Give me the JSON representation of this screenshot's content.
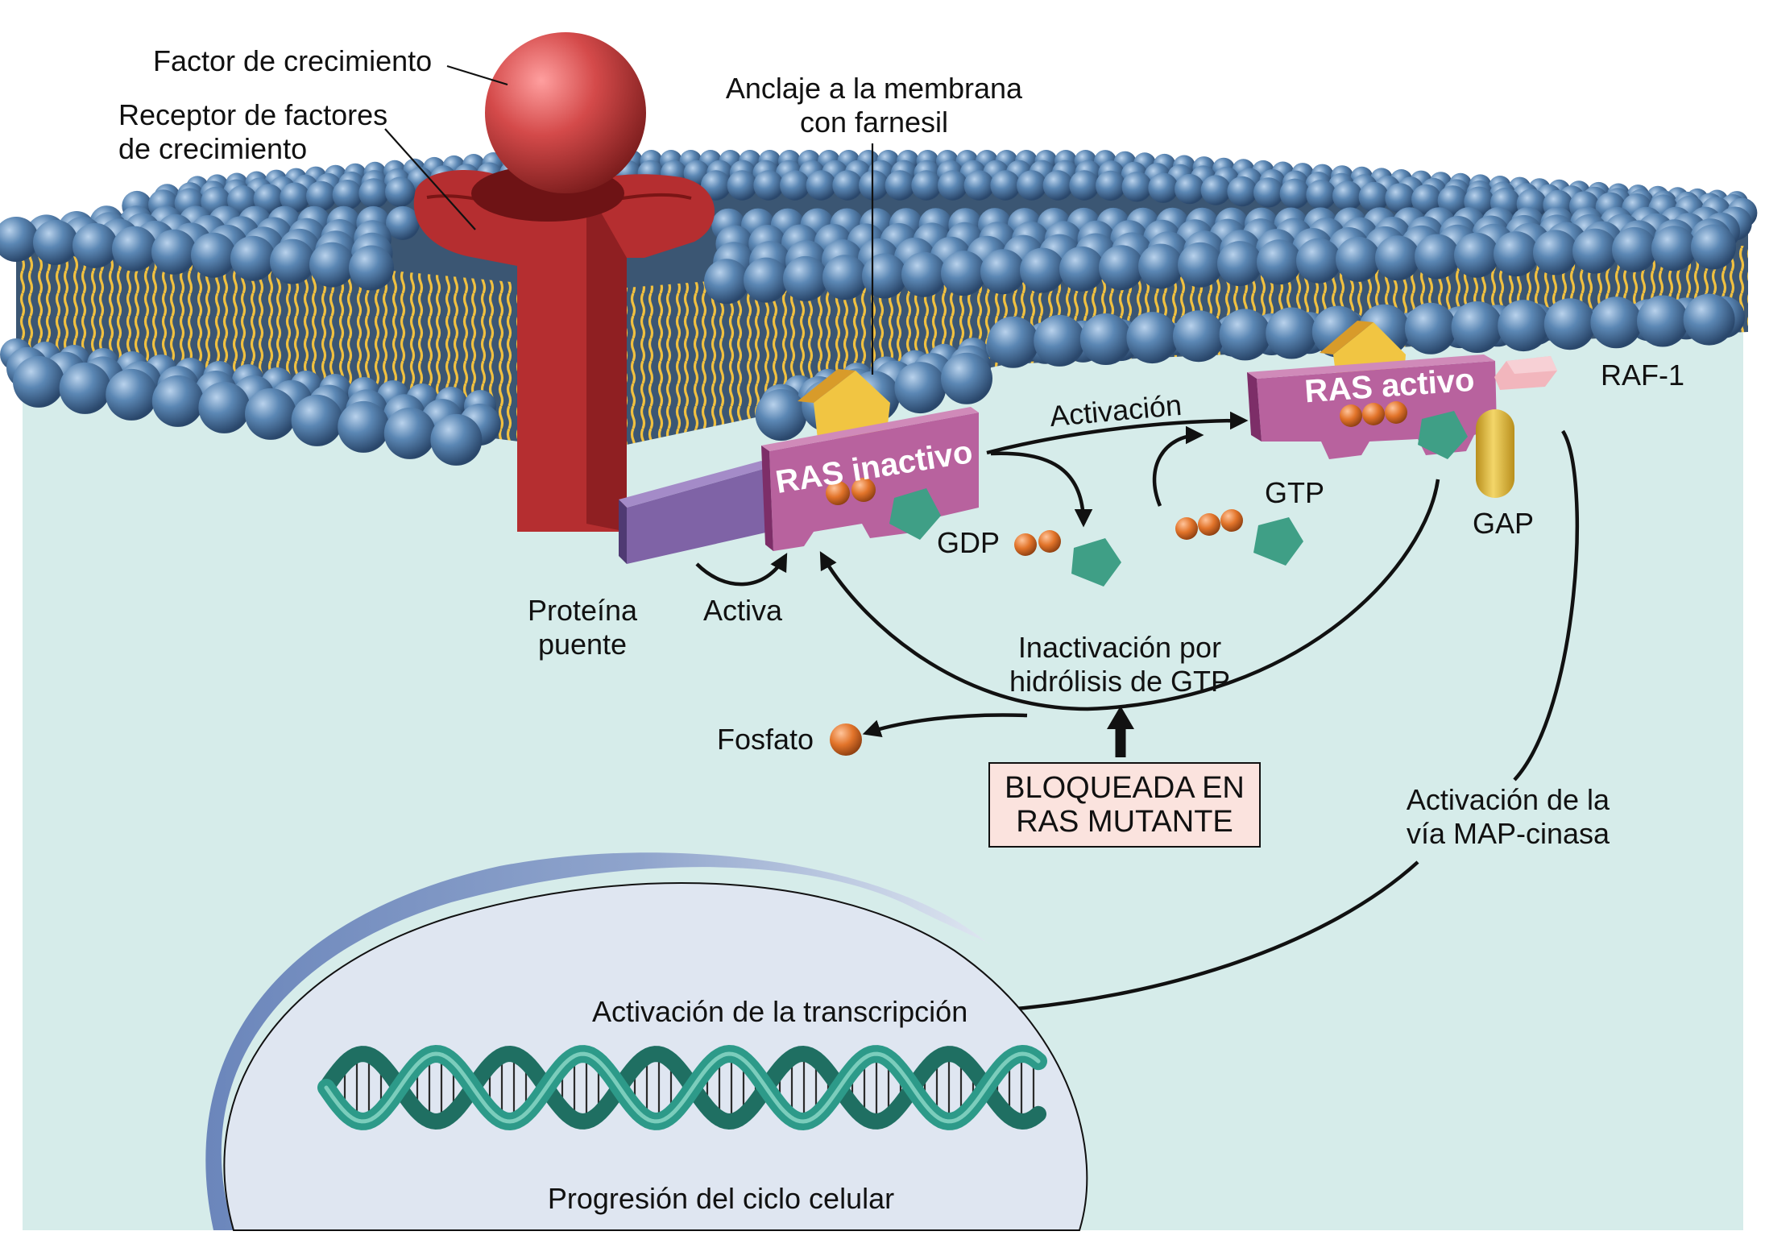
{
  "labels": {
    "growth_factor": "Factor de crecimiento",
    "receptor_line1": "Receptor de factores",
    "receptor_line2": "de crecimiento",
    "anchor_line1": "Anclaje a la membrana",
    "anchor_line2": "con farnesil",
    "ras_inactive": "RAS inactivo",
    "ras_active": "RAS activo",
    "activation": "Activación",
    "raf1": "RAF-1",
    "gtp": "GTP",
    "gdp": "GDP",
    "gap": "GAP",
    "bridge_line1": "Proteína",
    "bridge_line2": "puente",
    "activates": "Activa",
    "inactivation_line1": "Inactivación por",
    "inactivation_line2": "hidrólisis de GTP",
    "phosphate": "Fosfato",
    "blocked_line1": "BLOQUEADA EN",
    "blocked_line2": "RAS MUTANTE",
    "map_line1": "Activación de la",
    "map_line2": "vía MAP-cinasa",
    "transcription": "Activación de la transcripción",
    "cell_cycle": "Progresión del ciclo celular"
  },
  "colors": {
    "cytoplasm": "#d6ecea",
    "lipid_head": "#5b87b4",
    "lipid_core": "#3b5673",
    "lipid_tail": "#f0c040",
    "receptor": "#b52e30",
    "growth_factor": "#d44a4a",
    "ras": "#b8629e",
    "ras_dark": "#7d2e68",
    "farnesyl": "#f1c542",
    "bridge_protein": "#7f63a6",
    "phosphate": "#e2742a",
    "nucleotide": "#3f9f86",
    "raf1": "#f2b6bd",
    "gap": "#e2bd3a",
    "blocked_box": "#fbe3de",
    "nucleus": "#dfe6f1",
    "nuclear_envelope": "#7f97c3",
    "dna": "#2d9a89"
  }
}
